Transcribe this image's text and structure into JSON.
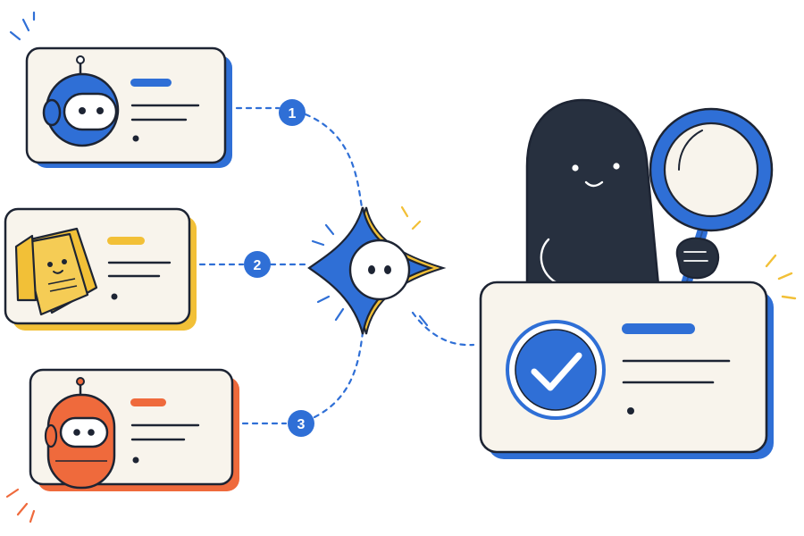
{
  "colors": {
    "blue": "#2f6fd6",
    "yellow": "#f2c037",
    "orange": "#ef6a3c",
    "ink": "#1d2433",
    "paper": "#f8f4ec",
    "dark_body": "#27303f"
  },
  "inputs": [
    {
      "step": "1",
      "icon": "robot-head-icon",
      "accent": "blue"
    },
    {
      "step": "2",
      "icon": "document-stack-icon",
      "accent": "yellow"
    },
    {
      "step": "3",
      "icon": "robot-capsule-icon",
      "accent": "orange"
    }
  ],
  "hub": {
    "icon": "sparkle-star-icon"
  },
  "result": {
    "icon": "checkmark-icon",
    "mascot": "magnifier-mascot-icon"
  }
}
